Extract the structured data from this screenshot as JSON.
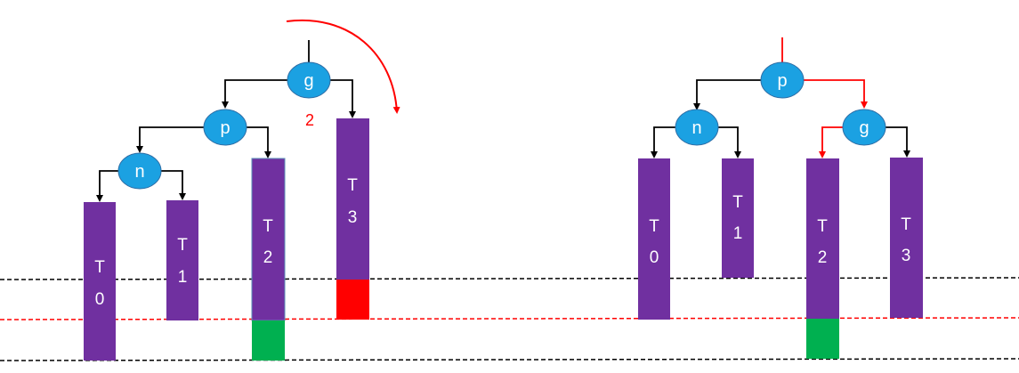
{
  "colors": {
    "node_fill": "#1ba1e2",
    "subtree_fill": "#7030a0",
    "overflow_red": "#ff0000",
    "overflow_green": "#00b050",
    "arrow_black": "#000000",
    "arrow_red": "#ff0000",
    "guide_black": "#000000",
    "guide_red": "#ff0000"
  },
  "left_tree": {
    "nodes": {
      "g": "g",
      "p": "p",
      "n": "n"
    },
    "annotation": "2",
    "subtrees": {
      "t0": [
        "T",
        "0"
      ],
      "t1": [
        "T",
        "1"
      ],
      "t2": [
        "T",
        "2"
      ],
      "t3": [
        "T",
        "3"
      ]
    }
  },
  "right_tree": {
    "nodes": {
      "p": "p",
      "n": "n",
      "g": "g"
    },
    "subtrees": {
      "t0": [
        "T",
        "0"
      ],
      "t1": [
        "T",
        "1"
      ],
      "t2": [
        "T",
        "2"
      ],
      "t3": [
        "T",
        "3"
      ]
    }
  }
}
